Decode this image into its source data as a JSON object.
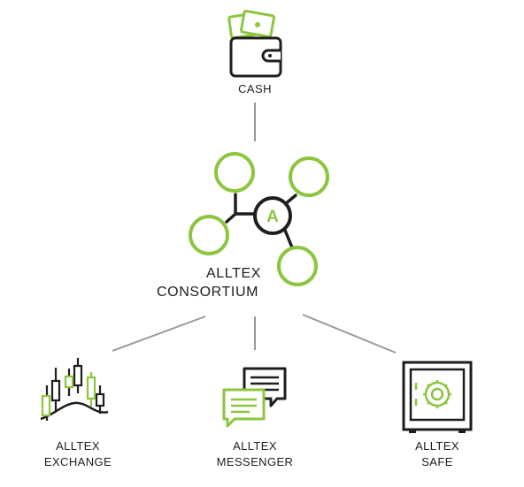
{
  "diagram": {
    "top": {
      "label": "CASH",
      "icon": "wallet-cash-icon"
    },
    "center": {
      "label_line1": "ALLTEX",
      "label_line2": "CONSORTIUM",
      "hub_letter": "A",
      "icon": "network-hub-icon"
    },
    "bottom": [
      {
        "line1": "ALLTEX",
        "line2": "EXCHANGE",
        "icon": "candlestick-chart-icon"
      },
      {
        "line1": "ALLTEX",
        "line2": "MESSENGER",
        "icon": "chat-bubbles-icon"
      },
      {
        "line1": "ALLTEX",
        "line2": "SAFE",
        "icon": "safe-vault-icon"
      }
    ],
    "colors": {
      "accent": "#8cc63f",
      "ink": "#1e1e1e",
      "connector": "#9a9a9a"
    }
  }
}
